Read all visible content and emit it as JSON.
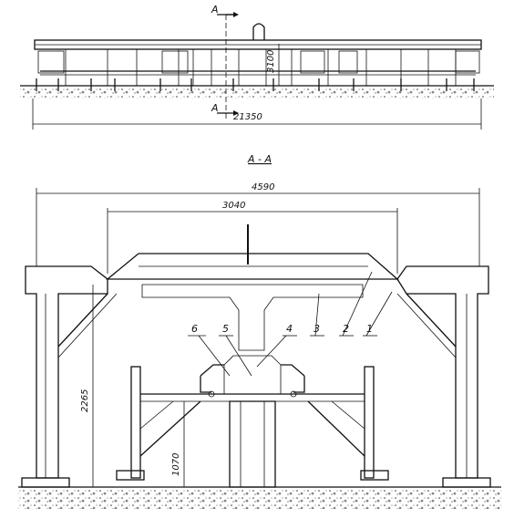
{
  "top_view": {
    "section_mark_top": "A",
    "section_mark_bottom": "A",
    "dim_height": "3100",
    "dim_length": "21350"
  },
  "section_view": {
    "title": "A - A",
    "dim_outer_width": "4590",
    "dim_slab_width": "3040",
    "dim_column_height": "2265",
    "dim_inner_height": "1070",
    "callouts": [
      "6",
      "5",
      "4",
      "3",
      "2",
      "1"
    ]
  }
}
